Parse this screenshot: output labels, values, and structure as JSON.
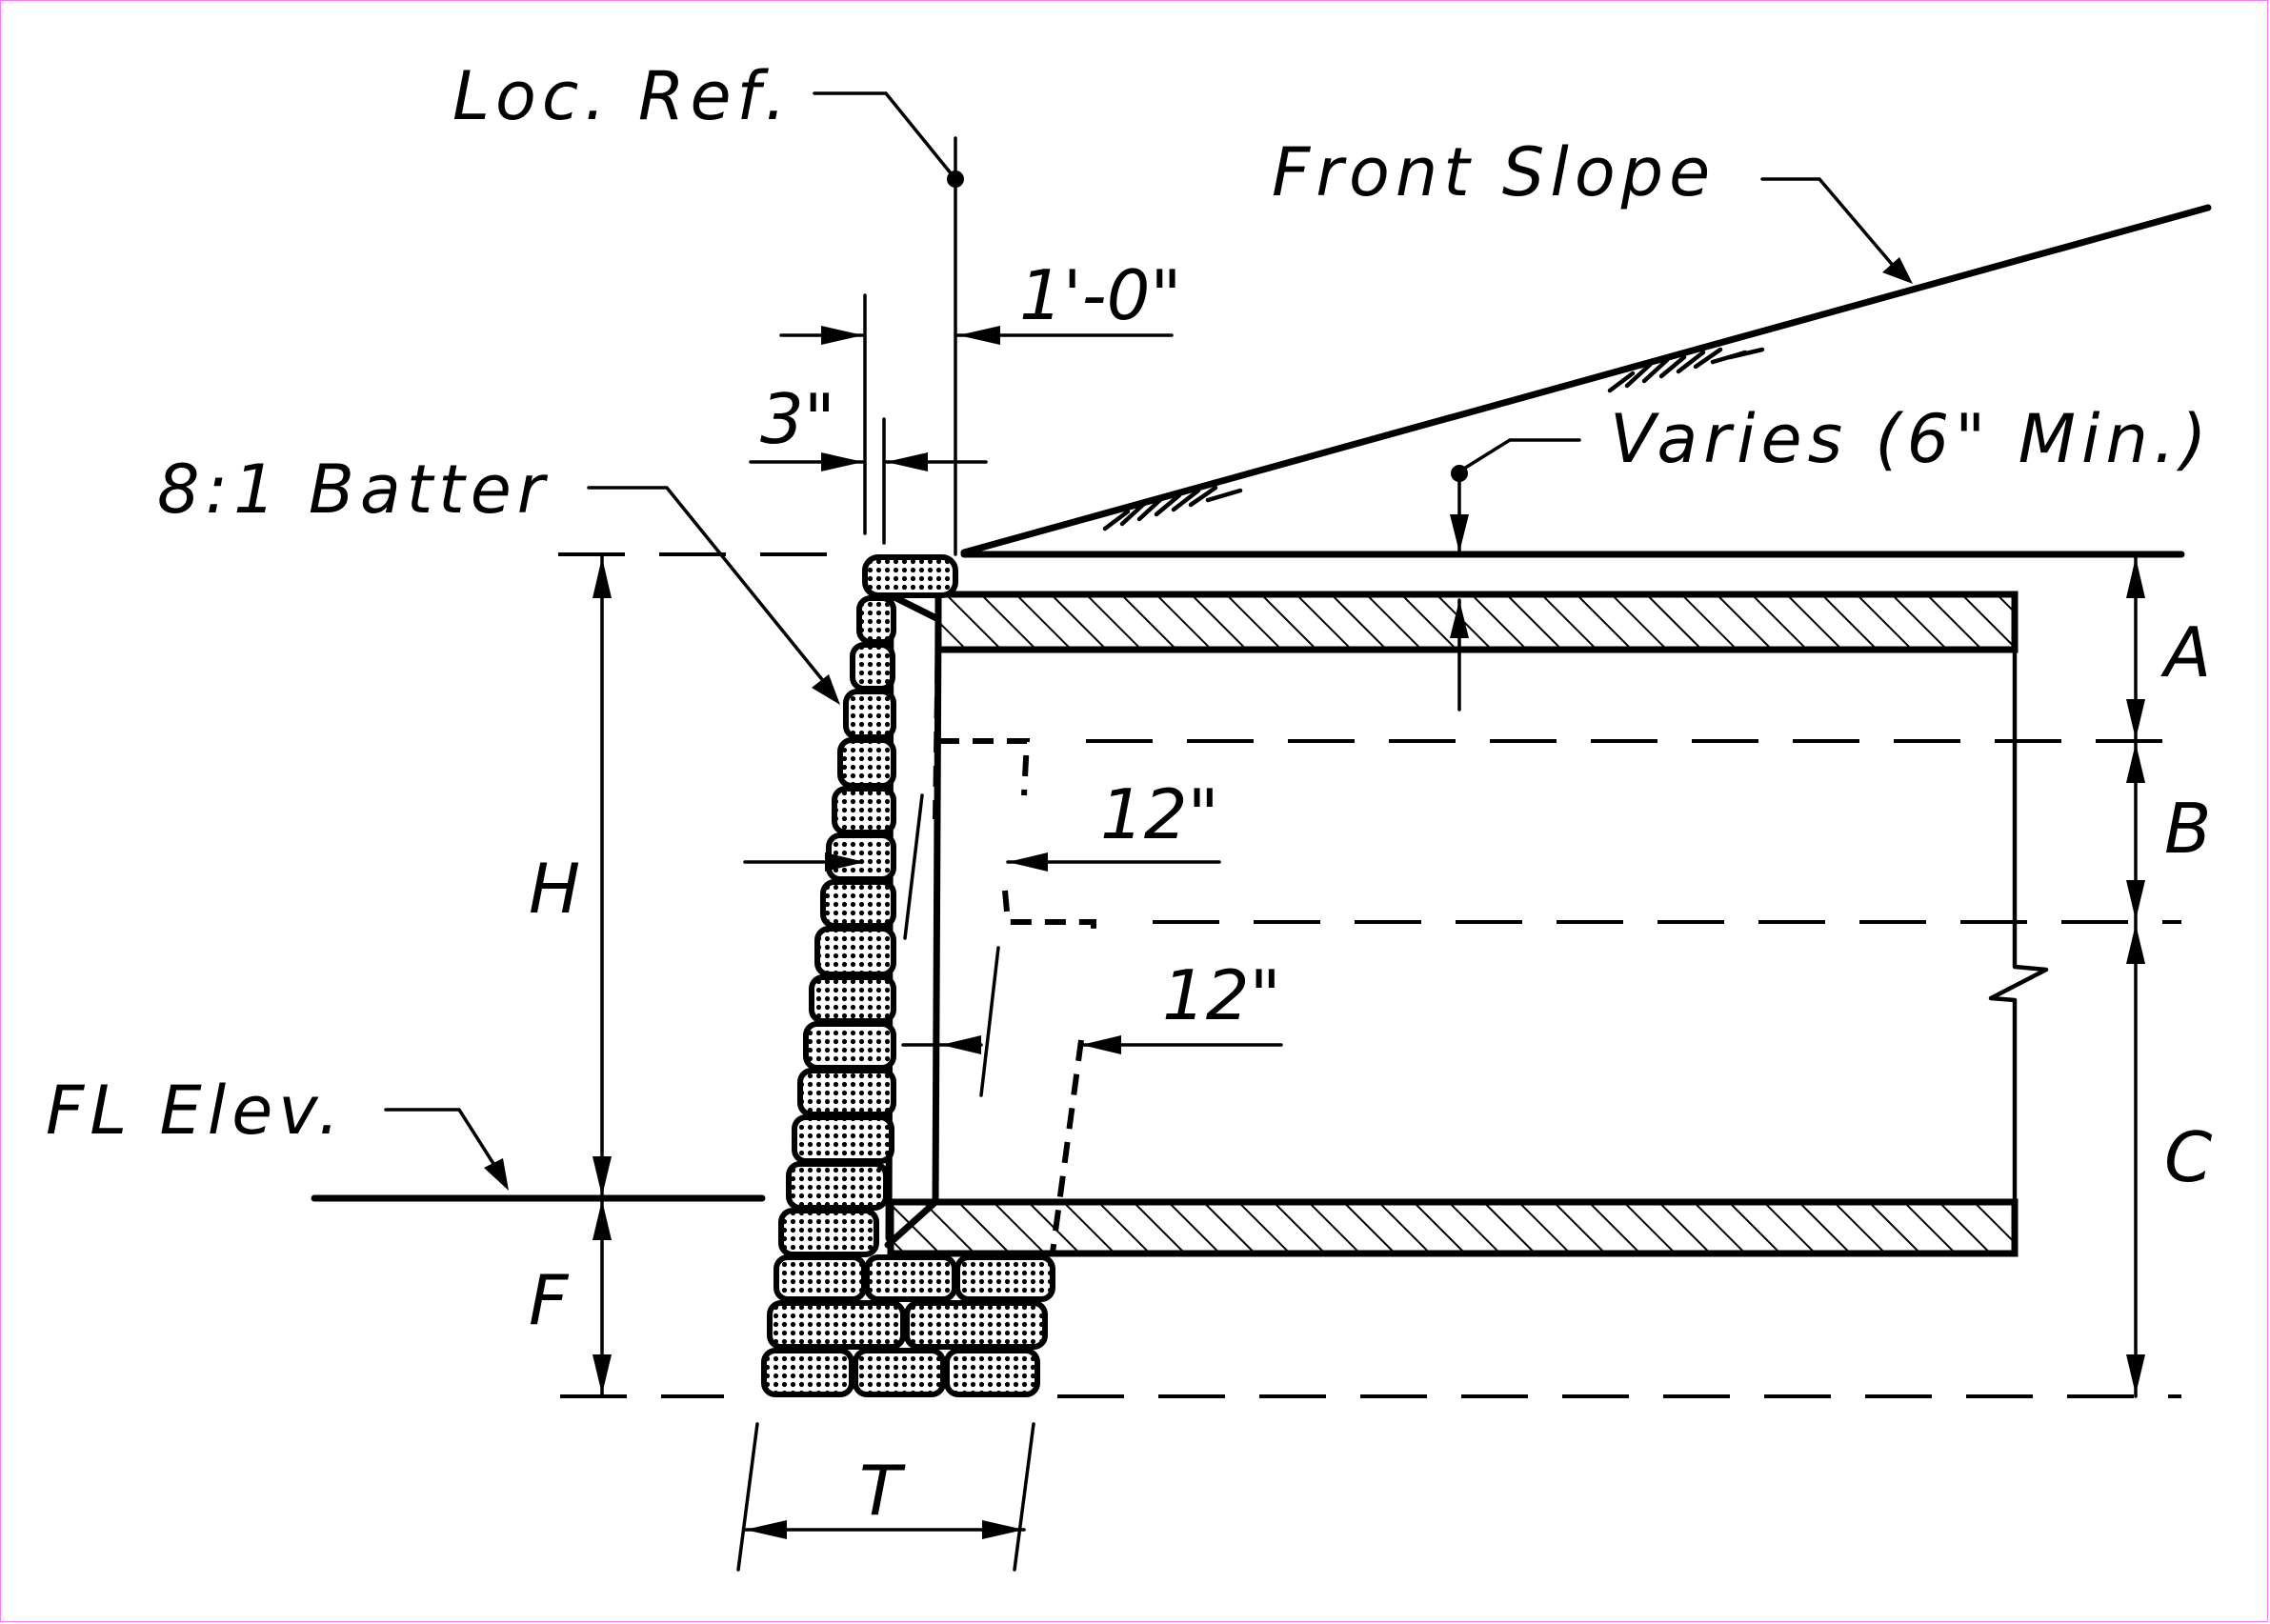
{
  "labels": {
    "loc_ref": "Loc. Ref.",
    "front_slope": "Front Slope",
    "one_foot": "1'-0\"",
    "three_inch": "3\"",
    "batter": "8:1 Batter",
    "varies": "Varies (6\" Min.)",
    "dim_a": "A",
    "dim_b": "B",
    "dim_c": "C",
    "dim_h": "H",
    "dim_f": "F",
    "dim_t": "T",
    "twelve_inch_upper": "12\"",
    "twelve_inch_lower": "12\"",
    "fl_elev": "FL Elev."
  },
  "colors": {
    "line": "#000000",
    "background": "#ffffff",
    "frame": "#ee82ee"
  }
}
